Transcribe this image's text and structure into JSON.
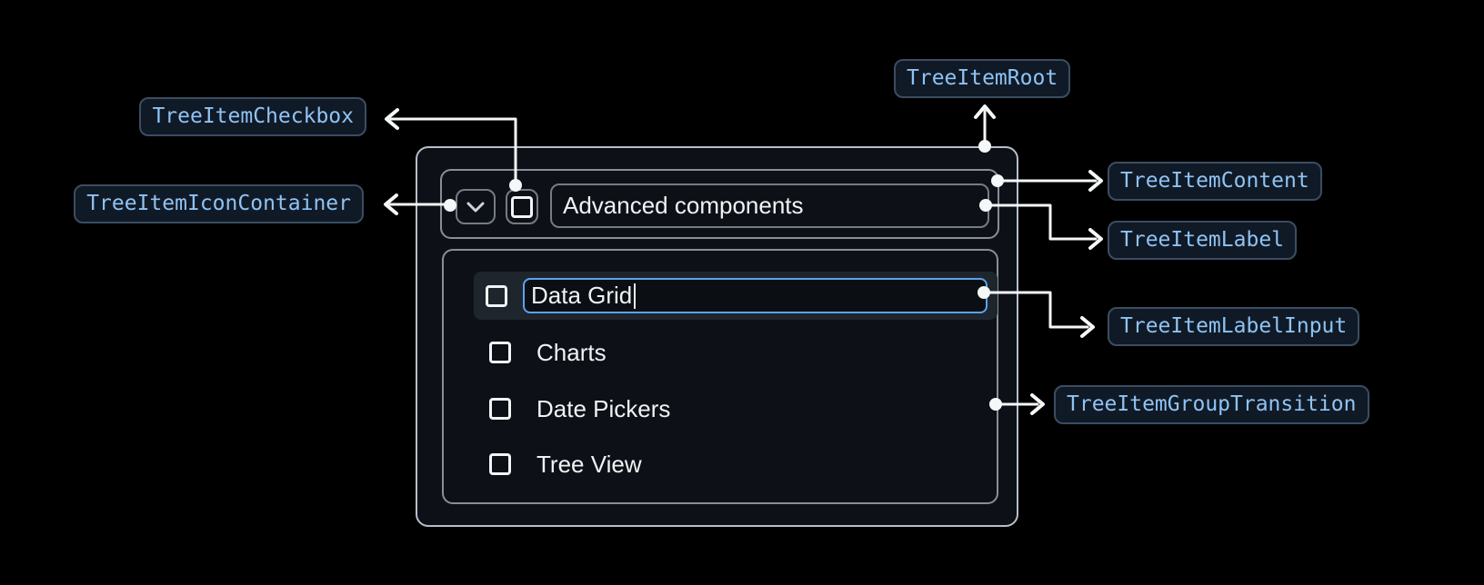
{
  "colors": {
    "background": "#000000",
    "annotation_text": "#8fc3f4",
    "annotation_bg": "#101a26",
    "annotation_border": "#3b4d61",
    "connector": "#f5f7f9",
    "root_border": "#b6bfc9",
    "section_border": "#888f97",
    "control_border": "#747c84",
    "row_highlight_bg": "#1e252d",
    "input_focus_border": "#5ba3ef",
    "text": "#f0f2f4"
  },
  "annotations": {
    "root": {
      "label": "TreeItemRoot"
    },
    "checkbox": {
      "label": "TreeItemCheckbox"
    },
    "icon_container": {
      "label": "TreeItemIconContainer"
    },
    "content": {
      "label": "TreeItemContent"
    },
    "label": {
      "label": "TreeItemLabel"
    },
    "label_input": {
      "label": "TreeItemLabelInput"
    },
    "group_transition": {
      "label": "TreeItemGroupTransition"
    }
  },
  "tree": {
    "parent": {
      "label": "Advanced components",
      "expanded": true,
      "checked": false
    },
    "children": [
      {
        "label": "Data Grid",
        "editing": true,
        "checked": false
      },
      {
        "label": "Charts",
        "checked": false
      },
      {
        "label": "Date Pickers",
        "checked": false
      },
      {
        "label": "Tree View",
        "checked": false
      }
    ]
  }
}
